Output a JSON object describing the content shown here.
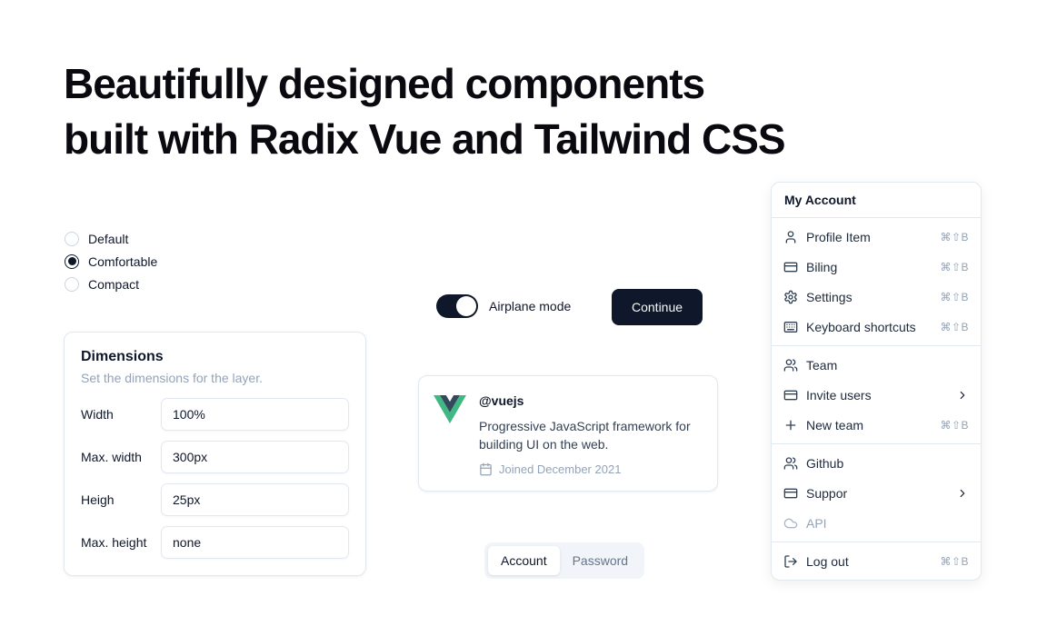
{
  "heading": {
    "line1": "Beautifully designed components",
    "line2": "built with Radix Vue and Tailwind CSS"
  },
  "radio_group": {
    "options": [
      {
        "label": "Default",
        "selected": false
      },
      {
        "label": "Comfortable",
        "selected": true
      },
      {
        "label": "Compact",
        "selected": false
      }
    ]
  },
  "dimensions": {
    "title": "Dimensions",
    "subtitle": "Set the dimensions for the layer.",
    "fields": [
      {
        "label": "Width",
        "value": "100%"
      },
      {
        "label": "Max. width",
        "value": "300px"
      },
      {
        "label": "Heigh",
        "value": "25px"
      },
      {
        "label": "Max. height",
        "value": "none"
      }
    ]
  },
  "airplane": {
    "label": "Airplane mode",
    "state": "on"
  },
  "continue_button": {
    "label": "Continue"
  },
  "vue_card": {
    "handle": "@vuejs",
    "description": "Progressive JavaScript framework for building UI on the web.",
    "joined": "Joined December 2021",
    "logo_green": "#41B883",
    "logo_navy": "#35495E"
  },
  "tabs": {
    "items": [
      {
        "label": "Account",
        "active": true
      },
      {
        "label": "Password",
        "active": false
      }
    ]
  },
  "account_menu": {
    "title": "My Account",
    "groups": [
      {
        "items": [
          {
            "label": "Profile Item",
            "shortcut": "⌘⇧B"
          },
          {
            "label": "Biling",
            "shortcut": "⌘⇧B"
          },
          {
            "label": "Settings",
            "shortcut": "⌘⇧B"
          },
          {
            "label": "Keyboard shortcuts",
            "shortcut": "⌘⇧B"
          }
        ]
      },
      {
        "items": [
          {
            "label": "Team"
          },
          {
            "label": "Invite users",
            "submenu": true
          },
          {
            "label": "New team",
            "shortcut": "⌘⇧B"
          }
        ]
      },
      {
        "items": [
          {
            "label": "Github"
          },
          {
            "label": "Suppor",
            "submenu": true
          },
          {
            "label": "API",
            "disabled": true
          }
        ]
      },
      {
        "items": [
          {
            "label": "Log out",
            "shortcut": "⌘⇧B"
          }
        ]
      }
    ]
  },
  "colors": {
    "accent": "#0f172a",
    "border": "#e2e8f0",
    "muted": "#94a3b8",
    "tabs_bg": "#f1f5f9"
  }
}
